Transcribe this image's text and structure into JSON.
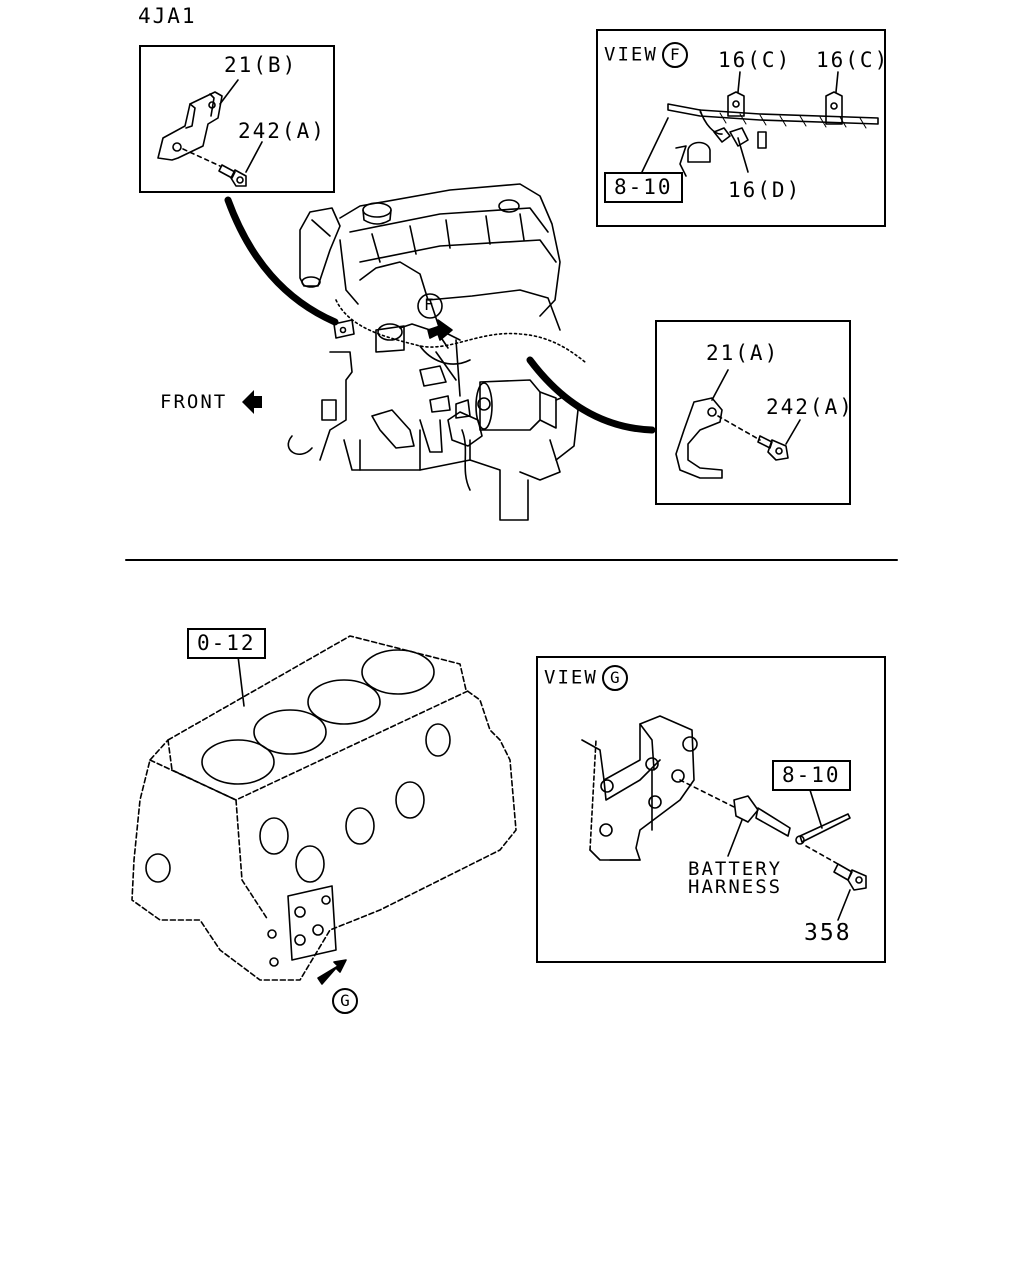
{
  "model": "4JA1",
  "top": {
    "front_label": "FRONT",
    "view_f": {
      "prefix": "VIEW",
      "letter": "F",
      "parts": [
        "16(C)",
        "16(C)",
        "16(D)"
      ],
      "ref": "8-10"
    },
    "detail_b": {
      "bracket": "21(B)",
      "bolt": "242(A)"
    },
    "detail_a": {
      "bracket": "21(A)",
      "bolt": "242(A)"
    },
    "engine_marker": "F"
  },
  "bottom": {
    "ref": "0-12",
    "arrow_marker": "G",
    "view_g": {
      "prefix": "VIEW",
      "letter": "G",
      "ref": "8-10",
      "harness_line1": "BATTERY",
      "harness_line2": "HARNESS",
      "bolt": "358"
    }
  }
}
